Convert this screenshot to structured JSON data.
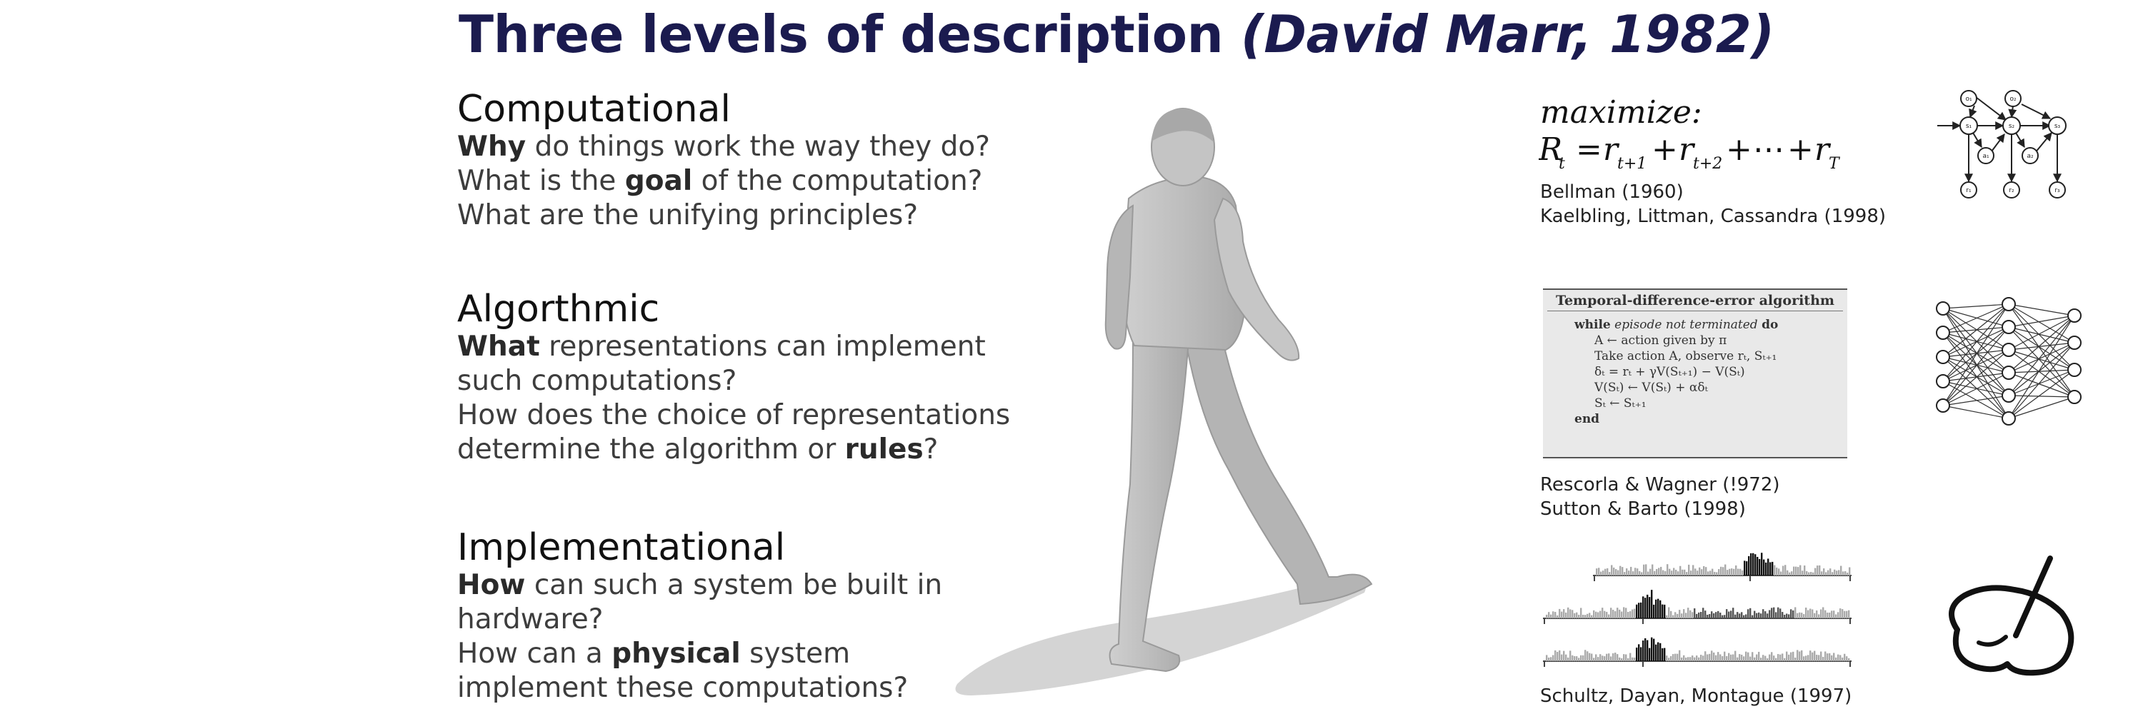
{
  "title": {
    "main": "Three levels of description ",
    "cite": "(David Marr, 1982)"
  },
  "levels": {
    "computational": {
      "heading": "Computational",
      "l1_b": "Why",
      "l1_rest": " do things work the way they do?",
      "l2_pre": "What is the ",
      "l2_b": "goal",
      "l2_post": " of the computation?",
      "l3": "What are the unifying principles?"
    },
    "algorithmic": {
      "heading": "Algorthmic",
      "l1_b": "What",
      "l1_rest": " representations can implement",
      "l2": "such computations?",
      "l3": "How does the choice of representations",
      "l4_pre": "determine the algorithm or ",
      "l4_b": "rules",
      "l4_post": "?"
    },
    "implementational": {
      "heading": "Implementational",
      "l1_b": "How",
      "l1_rest": " can such a system be built in",
      "l2": "hardware?",
      "l3_pre": "How can a ",
      "l3_b": "physical",
      "l3_post": " system",
      "l4": "implement these computations?"
    }
  },
  "computational_panel": {
    "maximize": "maximize:",
    "eq_R": "R",
    "eq_t": "t",
    "eq_r": "r",
    "eq_t1": "t+1",
    "eq_t2": "t+2",
    "eq_T": "T",
    "eq_plus": "+",
    "eq_equals": "=",
    "eq_dots": "⋯",
    "ref1": "Bellman (1960)",
    "ref2": "Kaelbling, Littman, Cassandra (1998)"
  },
  "graph_labels": {
    "top1": "o₁",
    "top2": "o₂",
    "s1": "s₁",
    "s2": "s₂",
    "s3": "s₃",
    "a1": "a₁",
    "a2": "a₂",
    "b1": "r₁",
    "b2": "r₂",
    "b3": "r₃"
  },
  "algorithm_panel": {
    "box_title": "Temporal-difference-error algorithm",
    "while_kw": "while",
    "while_cond": " episode not terminated ",
    "do_kw": "do",
    "line2": "A ← action given by π",
    "line3": "Take action A, observe rₜ, Sₜ₊₁",
    "line4": "δₜ = rₜ + γV(Sₜ₊₁) − V(Sₜ)",
    "line5": "V(Sₜ) ← V(Sₜ) + αδₜ",
    "line6": "Sₜ ← Sₜ₊₁",
    "end_kw": "end",
    "ref1": "Rescorla & Wagner (!972)",
    "ref2": "Sutton & Barto (1998)"
  },
  "implementation_panel": {
    "ref": "Schultz, Dayan, Montague (1997)"
  },
  "colors": {
    "title": "#1b1b4f",
    "body_text": "#3d3d3d",
    "figure_gray": "#bdbdbd",
    "shadow_gray": "#d4d4d4",
    "box_bg": "#e9e9e9"
  },
  "icons": [
    "walking-person-figure",
    "bayesian-network-diagram",
    "neural-network-diagram",
    "dopamine-spike-histograms",
    "brain-with-electrode-icon"
  ]
}
